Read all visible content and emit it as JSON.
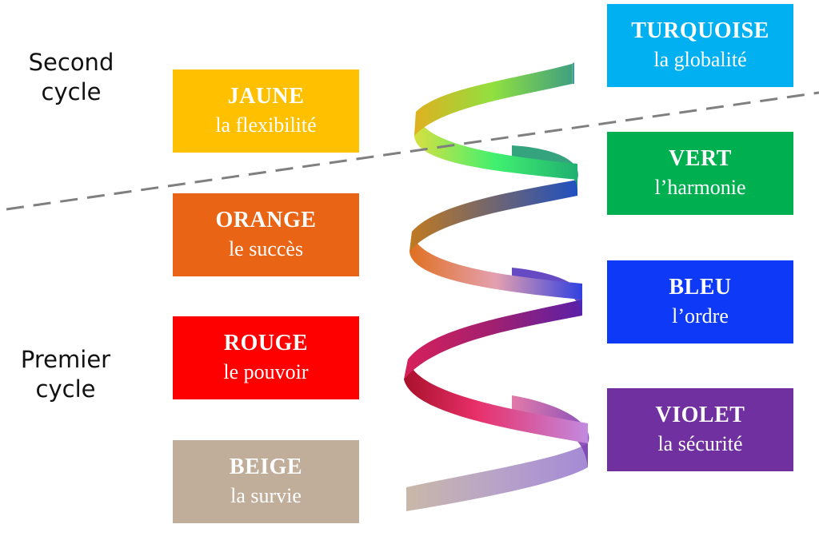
{
  "cycles": {
    "second": {
      "line1": "Second",
      "line2": "cycle"
    },
    "first": {
      "line1": "Premier",
      "line2": "cycle"
    }
  },
  "stages": [
    {
      "id": "turquoise",
      "name": "TURQUOISE",
      "value": "la globalité",
      "color": "#00b0f0"
    },
    {
      "id": "jaune",
      "name": "JAUNE",
      "value": "la flexibilité",
      "color": "#ffc000"
    },
    {
      "id": "vert",
      "name": "VERT",
      "value": "l’harmonie",
      "color": "#00b050"
    },
    {
      "id": "orange",
      "name": "ORANGE",
      "value": "le succès",
      "color": "#ea6416"
    },
    {
      "id": "bleu",
      "name": "BLEU",
      "value": "l’ordre",
      "color": "#0d39f7"
    },
    {
      "id": "rouge",
      "name": "ROUGE",
      "value": "le pouvoir",
      "color": "#ff0000"
    },
    {
      "id": "violet",
      "name": "VIOLET",
      "value": "la sécurité",
      "color": "#7030a0"
    },
    {
      "id": "beige",
      "name": "BEIGE",
      "value": "la survie",
      "color": "#c0ae9a"
    }
  ],
  "divider": {
    "style": "dashed",
    "color": "#7f7f7f"
  }
}
